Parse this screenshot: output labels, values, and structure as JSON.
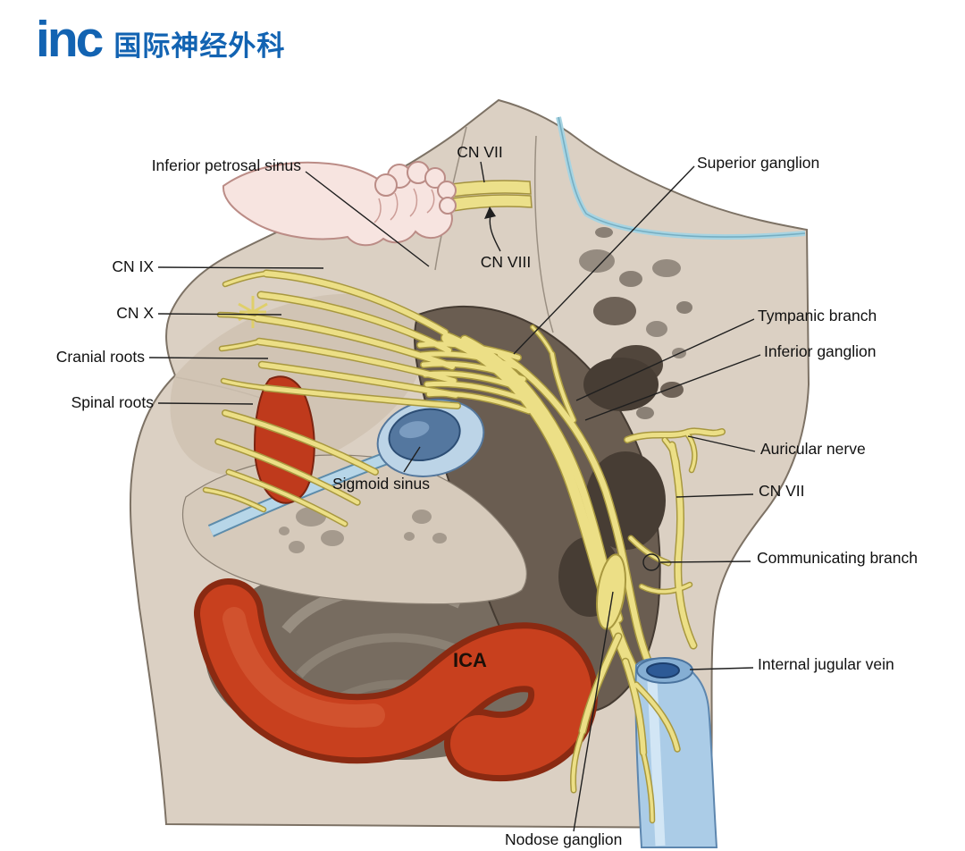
{
  "logo": {
    "brand": "inc",
    "brand_cjk": "国际神经外科"
  },
  "palette": {
    "brand_blue": "#1263b2",
    "nerve_yellow": "#ecdf86",
    "artery_red": "#c8401e",
    "vein_blue": "#abcce7",
    "sinus_dark_blue": "#54779f",
    "bone_beige": "#dbd0c3",
    "label_text": "#111111"
  },
  "labels": {
    "inferior_petrosal_sinus": "Inferior petrosal sinus",
    "cn_vii_top": "CN VII",
    "cn_viii": "CN VIII",
    "superior_ganglion": "Superior ganglion",
    "cn_ix": "CN IX",
    "cn_x": "CN X",
    "cranial_roots": "Cranial roots",
    "spinal_roots": "Spinal roots",
    "tympanic_branch": "Tympanic branch",
    "inferior_ganglion": "Inferior ganglion",
    "auricular_nerve": "Auricular nerve",
    "cn_vii_right": "CN VII",
    "communicating_branch": "Communicating branch",
    "internal_jugular_vein": "Internal jugular vein",
    "sigmoid_sinus": "Sigmoid sinus",
    "ica": "ICA",
    "nodose_ganglion": "Nodose ganglion"
  }
}
